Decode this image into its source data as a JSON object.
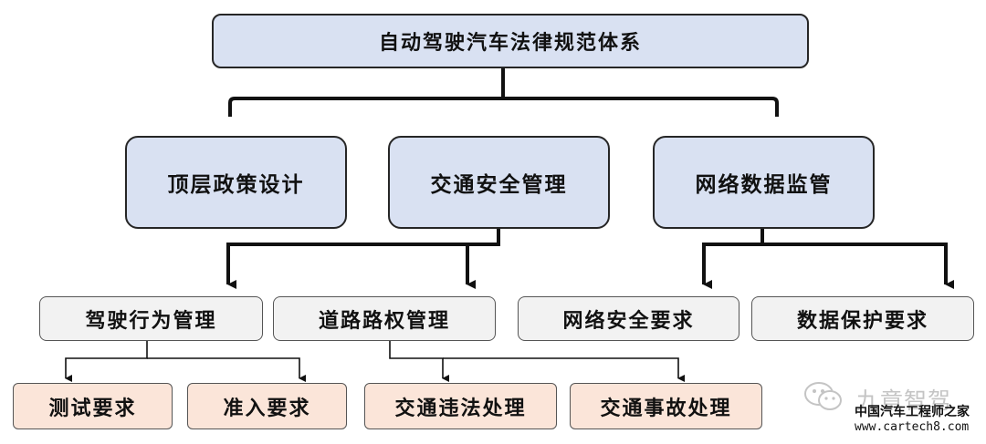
{
  "root": {
    "label": "自动驾驶汽车法律规范体系"
  },
  "level1": [
    {
      "label": "顶层政策设计"
    },
    {
      "label": "交通安全管理"
    },
    {
      "label": "网络数据监管"
    }
  ],
  "level2": [
    {
      "label": "驾驶行为管理"
    },
    {
      "label": "道路路权管理"
    },
    {
      "label": "网络安全要求"
    },
    {
      "label": "数据保护要求"
    }
  ],
  "level3": [
    {
      "label": "测试要求"
    },
    {
      "label": "准入要求"
    },
    {
      "label": "交通违法处理"
    },
    {
      "label": "交通事故处理"
    }
  ],
  "watermark": {
    "brand": "九章智驾",
    "tagline": "中国汽车工程师之家",
    "url": "www.cartech8.com"
  },
  "colors": {
    "top_fill": "#d9e1f2",
    "mid_fill": "#f2f2f2",
    "leaf_fill": "#fbe5d9",
    "line": "#111111"
  }
}
